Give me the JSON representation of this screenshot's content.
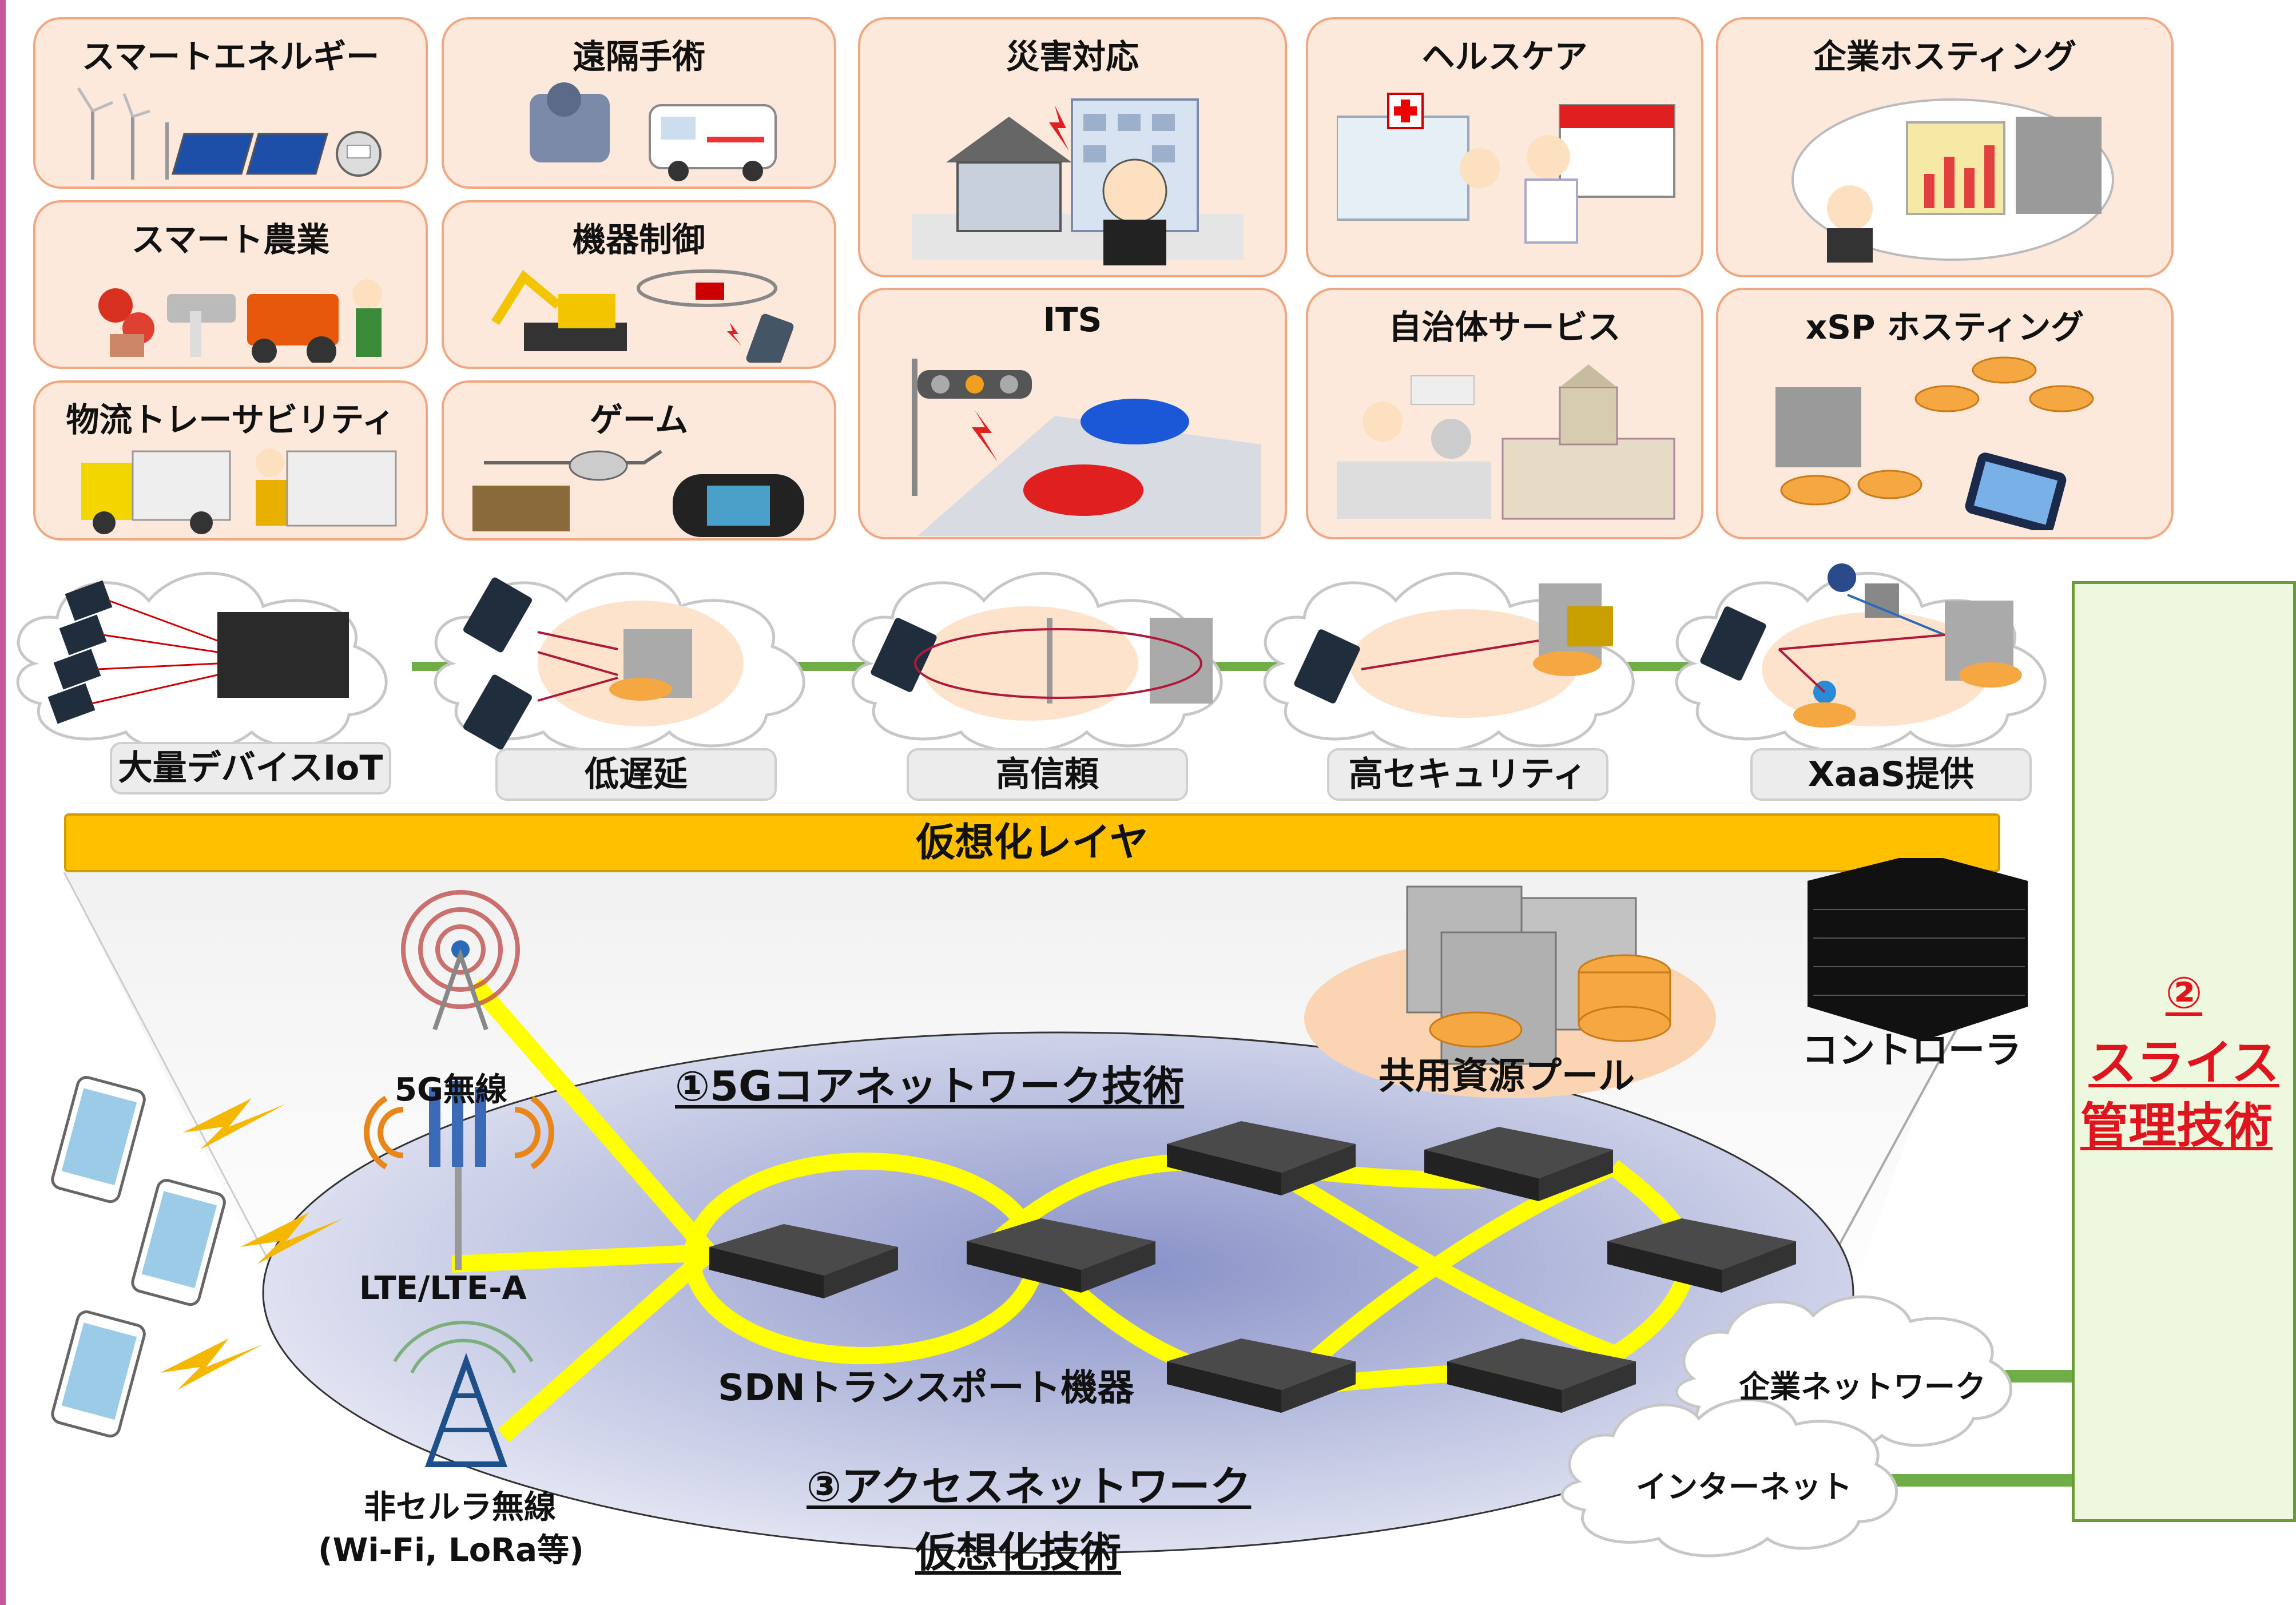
{
  "use_cases": [
    {
      "id": "smart-energy",
      "label": "スマートエネルギー"
    },
    {
      "id": "remote-surgery",
      "label": "遠隔手術"
    },
    {
      "id": "disaster",
      "label": "災害対応"
    },
    {
      "id": "healthcare",
      "label": "ヘルスケア"
    },
    {
      "id": "enterprise-hosting",
      "label": "企業ホスティング"
    },
    {
      "id": "smart-agri",
      "label": "スマート農業"
    },
    {
      "id": "device-control",
      "label": "機器制御"
    },
    {
      "id": "its",
      "label": "ITS"
    },
    {
      "id": "municipal",
      "label": "自治体サービス"
    },
    {
      "id": "xsp-hosting",
      "label": "xSP ホスティング"
    },
    {
      "id": "logistics",
      "label": "物流トレーサビリティ"
    },
    {
      "id": "game",
      "label": "ゲーム"
    }
  ],
  "slices": [
    {
      "label": "大量デバイスIoT"
    },
    {
      "label": "低遅延"
    },
    {
      "label": "高信頼"
    },
    {
      "label": "高セキュリティ"
    },
    {
      "label": "XaaS提供"
    }
  ],
  "virtualization_layer": "仮想化レイヤ",
  "slice_mgmt": {
    "num": "②",
    "line1": "スライス",
    "line2": "管理技術"
  },
  "core_title": "①5Gコアネットワーク技術",
  "access_title": {
    "line1": "③アクセスネットワーク",
    "line2": "仮想化技術"
  },
  "shared_pool": "共用資源プール",
  "controller": "コントローラ",
  "sdn": "SDNトランスポート機器",
  "radio": {
    "fiveg": "5G無線",
    "lte": "LTE/LTE-A",
    "noncell": "非セルラ無線",
    "noncell_sub": "(Wi-Fi, LoRa等)"
  },
  "enterprise_net": "企業ネットワーク",
  "internet": "インターネット",
  "colors": {
    "accent_red": "#e0141e",
    "card_fill": "#fde9dc",
    "card_border": "#f0a882",
    "layer": "#ffc000",
    "mgmt_fill": "#edf8de",
    "link_green": "#70ad47",
    "transport": "#ffff00"
  }
}
